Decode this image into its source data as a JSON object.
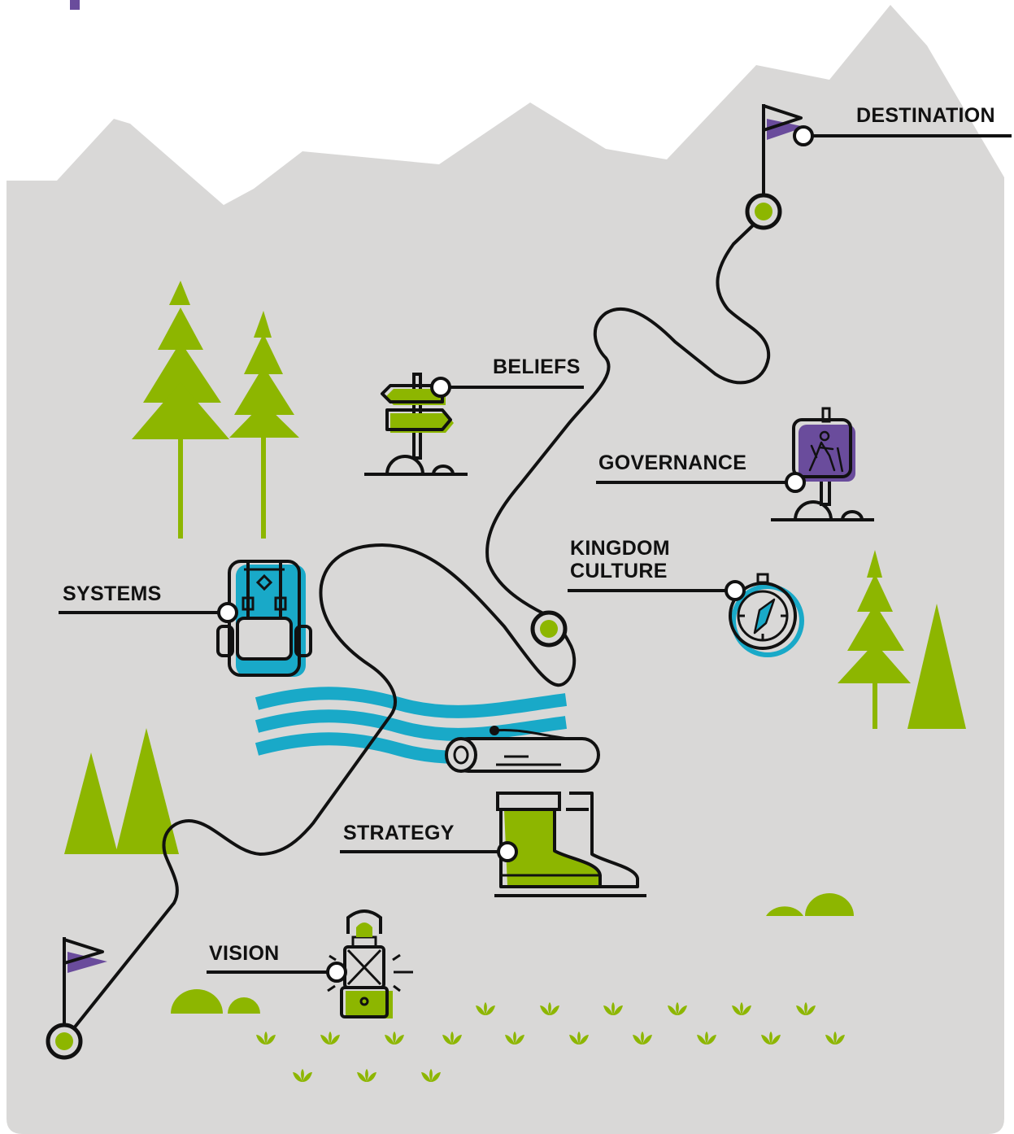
{
  "colors": {
    "mountain": "#d9d8d7",
    "green": "#8db600",
    "blue": "#19a9c8",
    "purple": "#6a4c9c",
    "ink": "#111111"
  },
  "milestones": {
    "destination": "DESTINATION",
    "beliefs": "BELIEFS",
    "governance": "GOVERNANCE",
    "kingdom_culture_line1": "KINGDOM",
    "kingdom_culture_line2": "CULTURE",
    "systems": "SYSTEMS",
    "strategy": "STRATEGY",
    "vision": "VISION"
  },
  "icons": {
    "start": "start-flag-icon",
    "end": "destination-flag-icon",
    "signpost": "signpost-icon",
    "hiker_sign": "hiker-sign-icon",
    "compass": "compass-icon",
    "backpack": "backpack-icon",
    "boots": "boots-icon",
    "lantern": "lantern-icon",
    "river": "river-icon",
    "log": "log-icon"
  }
}
